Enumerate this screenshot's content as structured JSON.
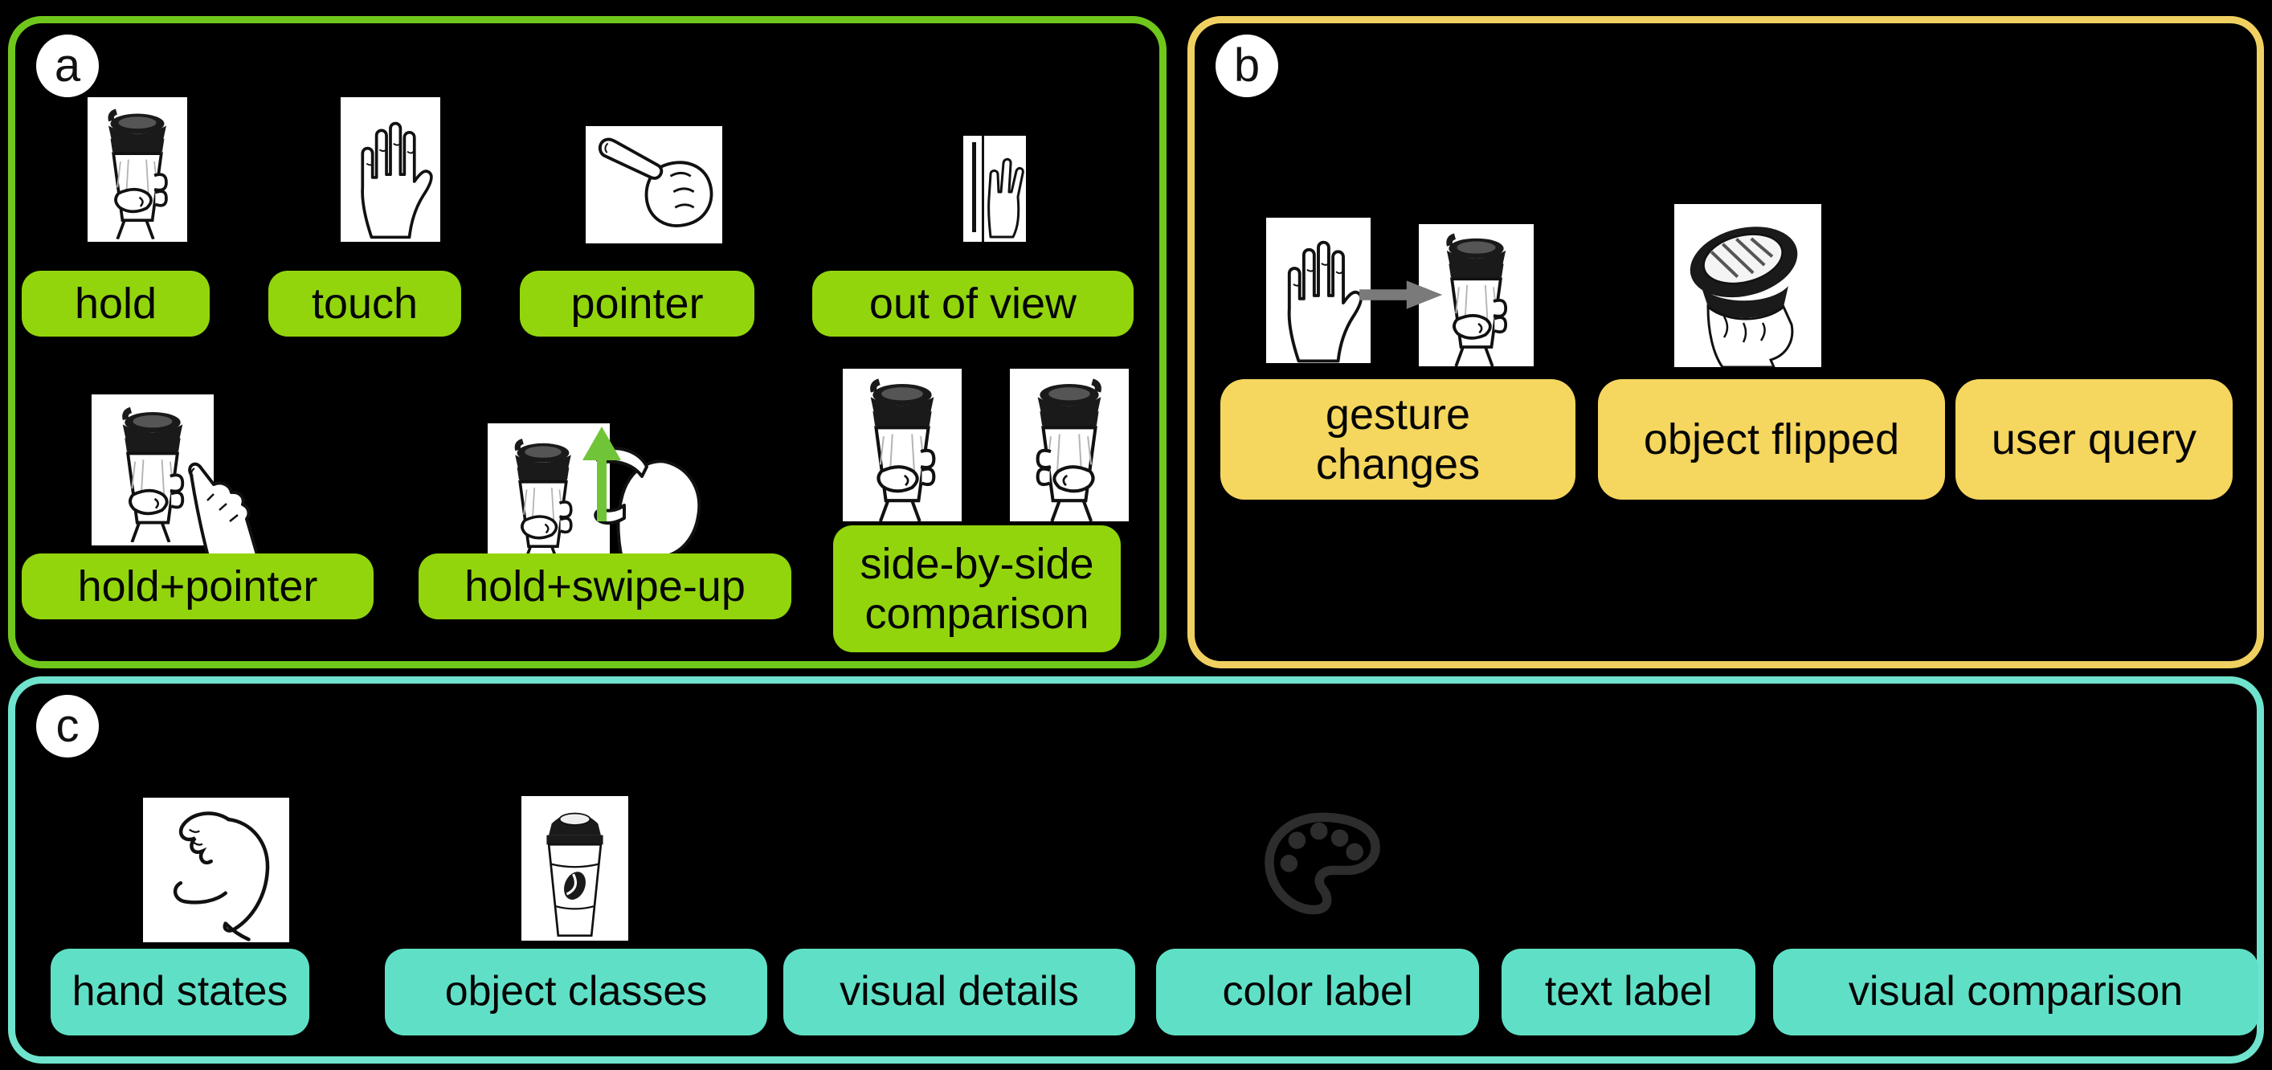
{
  "colors": {
    "bg": "#000000",
    "panel-a-border": "#70c71c",
    "panel-a-chip": "#92d50d",
    "panel-b-border": "#f0d060",
    "panel-b-chip": "#f5d65e",
    "panel-c-border": "#6fe3cd",
    "panel-c-chip": "#5fe0c6",
    "chip-text": "#050505",
    "badge-bg": "#ffffff",
    "badge-text": "#111111",
    "gray-arrow": "#7a7a7a",
    "green-arrow": "#6fc537",
    "palette-icon": "#2d2d2d",
    "ink": "#111111"
  },
  "panels": {
    "a": {
      "badge": "a",
      "items": [
        {
          "label": "hold",
          "icon": "cup-in-hand-icon"
        },
        {
          "label": "touch",
          "icon": "open-hand-icon"
        },
        {
          "label": "pointer",
          "icon": "pointing-hand-icon"
        },
        {
          "label": "out of view",
          "icon": "hand-out-of-view-icon"
        },
        {
          "label": "hold+pointer",
          "icon": "cup-in-hand-with-pointing-finger-icon"
        },
        {
          "label": "hold+swipe-up",
          "icon": "cup-in-hand-with-swipe-up-arrow-icon"
        },
        {
          "label": "side-by-side\ncomparison",
          "icon": "two-cups-side-by-side-icon"
        }
      ]
    },
    "b": {
      "badge": "b",
      "items": [
        {
          "label": "gesture\nchanges",
          "icon": "open-hand-to-held-cup-arrow-icon"
        },
        {
          "label": "object flipped",
          "icon": "flipped-cup-in-hand-icon"
        },
        {
          "label": "user query",
          "icon": null
        }
      ]
    },
    "c": {
      "badge": "c",
      "items": [
        {
          "label": "hand states",
          "icon": "pinch-hand-icon"
        },
        {
          "label": "object classes",
          "icon": "coffee-tumbler-icon"
        },
        {
          "label": "visual details",
          "icon": null
        },
        {
          "label": "color label",
          "icon": "palette-icon"
        },
        {
          "label": "text label",
          "icon": null
        },
        {
          "label": "visual comparison",
          "icon": null
        }
      ]
    }
  }
}
